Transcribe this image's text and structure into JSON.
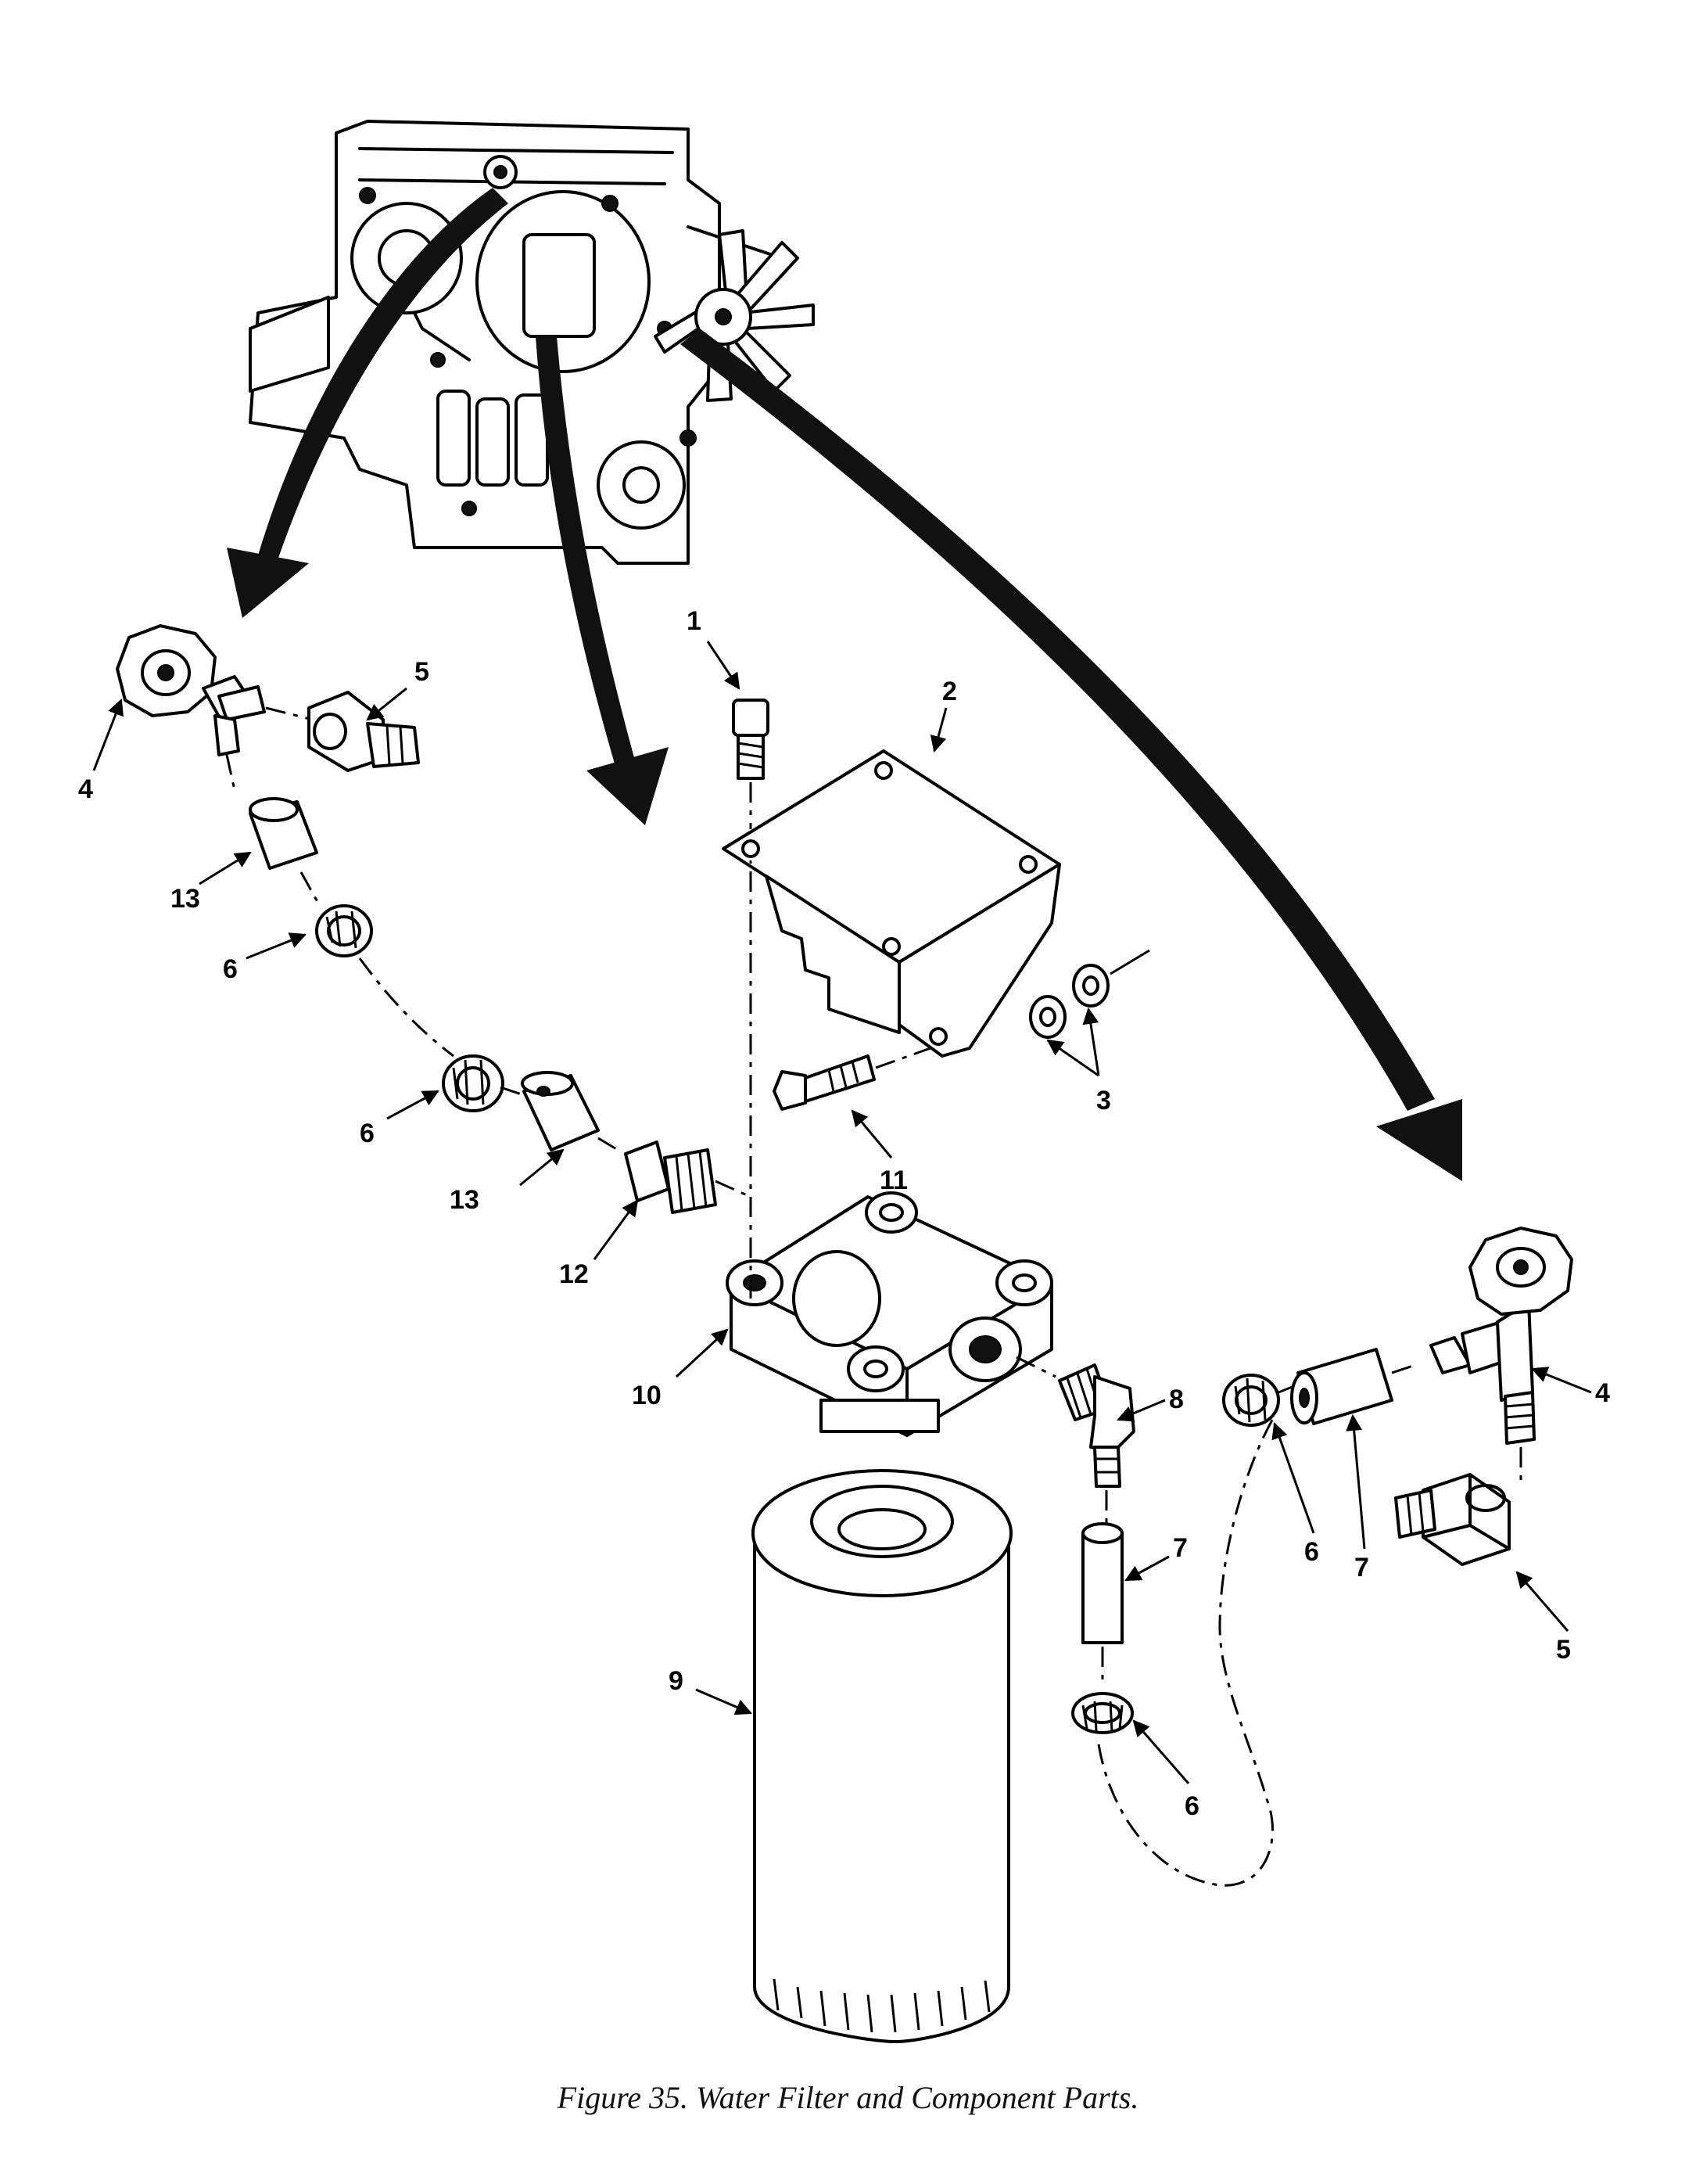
{
  "caption": "Figure 35. Water Filter and Component Parts.",
  "callouts": [
    "1",
    "2",
    "3",
    "4",
    "5",
    "13",
    "6",
    "6",
    "13",
    "12",
    "11",
    "10",
    "8",
    "7",
    "9",
    "6",
    "4",
    "7",
    "6",
    "5"
  ]
}
